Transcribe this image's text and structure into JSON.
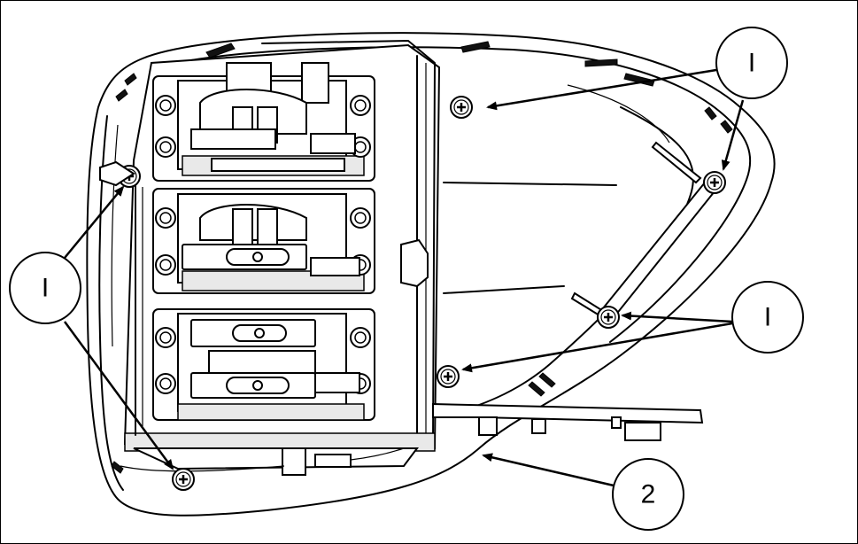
{
  "figure": {
    "background": "#ffffff",
    "line_color": "#000000"
  },
  "callouts": [
    {
      "id": "screw-top-right",
      "label": "I"
    },
    {
      "id": "screw-left",
      "label": "I"
    },
    {
      "id": "screw-right",
      "label": "I"
    },
    {
      "id": "housing",
      "label": "2"
    }
  ],
  "icons": {
    "screw": "phillips-screw-icon",
    "switch": "joystick-switch-module"
  }
}
